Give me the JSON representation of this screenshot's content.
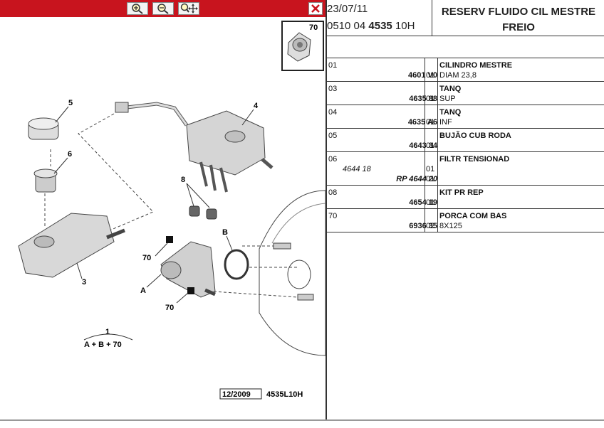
{
  "header": {
    "date": "23/07/11",
    "code_prefix": "0510 04 ",
    "code_bold": "4535",
    "code_suffix": " 10H",
    "title_line1": "RESERV FLUIDO CIL MESTRE",
    "title_line2": "FREIO"
  },
  "toolbar": {
    "zoom_in_icon": "zoom-in-icon",
    "zoom_out_icon": "zoom-out-icon",
    "pan_icon": "pan-zoom-icon",
    "close_icon": "close-icon"
  },
  "diagram": {
    "callouts": [
      "70",
      "5",
      "6",
      "4",
      "8",
      "B",
      "70",
      "A",
      "3",
      "70",
      "1"
    ],
    "formula": "A + B + 70",
    "footer_date": "12/2009",
    "footer_code": "4535L10H"
  },
  "parts": [
    {
      "num": "01",
      "ref": "4601 V0",
      "qty": "01",
      "desc": "CILINDRO MESTRE",
      "sub": "DIAM 23,8"
    },
    {
      "num": "03",
      "ref": "4635 88",
      "qty": "01",
      "desc": "TANQ",
      "sub": "SUP"
    },
    {
      "num": "04",
      "ref": "4635 A6",
      "qty": "01",
      "desc": "TANQ",
      "sub": "INF"
    },
    {
      "num": "05",
      "ref": "4643 34",
      "qty": "01",
      "desc": "BUJÃO CUB RODA",
      "sub": ""
    },
    {
      "num": "06",
      "ref": "4644 18",
      "qty": "01",
      "ref2": "RP 4644 20",
      "qty2": "01",
      "desc": "FILTR TENSIONAD",
      "sub": ""
    },
    {
      "num": "08",
      "ref": "4654 19",
      "qty": "01",
      "desc": "KIT PR REP",
      "sub": ""
    },
    {
      "num": "70",
      "ref": "6936 35",
      "qty": "02",
      "desc": "PORCA COM BAS",
      "sub": "8X125"
    }
  ]
}
